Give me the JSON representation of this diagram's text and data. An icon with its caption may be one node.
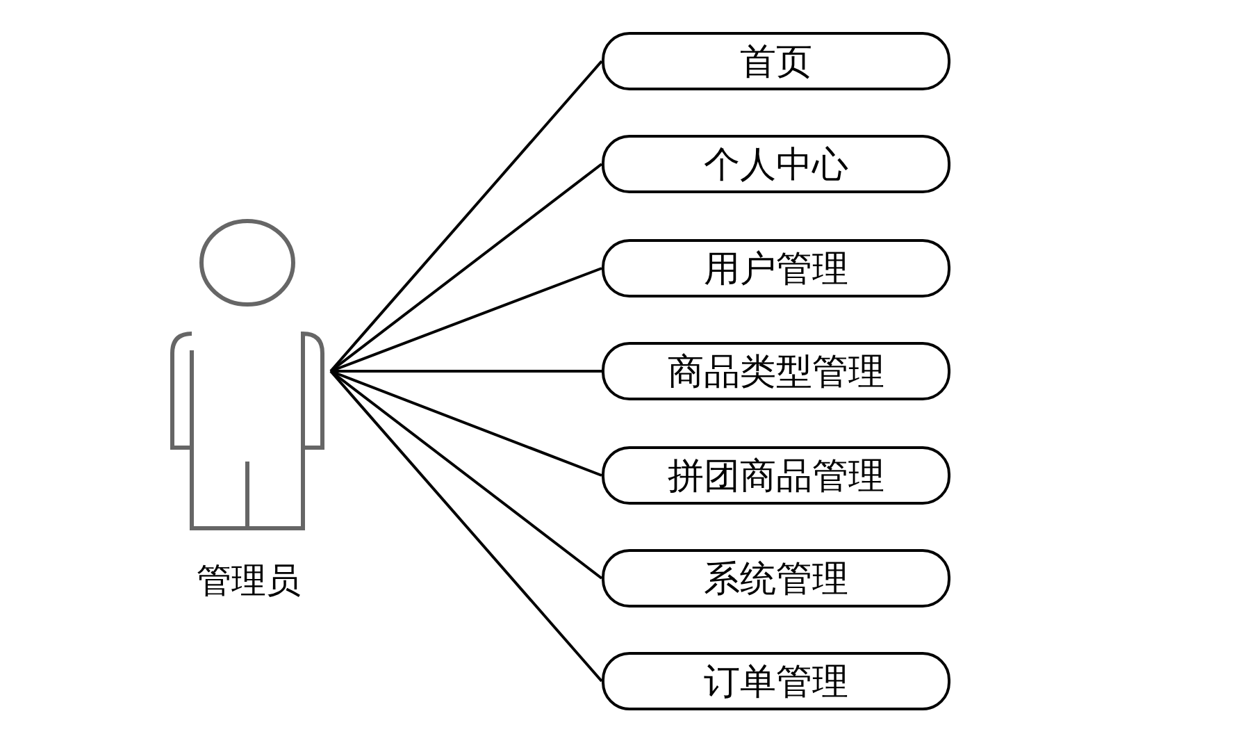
{
  "diagram": {
    "nodes": [
      {
        "text": [
          "管理员"
        ]
      },
      {
        "text": [
          "首页"
        ]
      },
      {
        "text": [
          "个人中心"
        ]
      },
      {
        "text": [
          "用户管理"
        ]
      },
      {
        "text": [
          "商品类型管理"
        ]
      },
      {
        "text": [
          "拼团商品管理"
        ]
      },
      {
        "text": [
          "系统管理"
        ]
      },
      {
        "text": [
          "订单管理"
        ]
      }
    ],
    "edges": [
      {
        "from": 0,
        "to": 1,
        "arrow": "none"
      },
      {
        "from": 0,
        "to": 2,
        "arrow": "none"
      },
      {
        "from": 0,
        "to": 3,
        "arrow": "none"
      },
      {
        "from": 0,
        "to": 4,
        "arrow": "none"
      },
      {
        "from": 0,
        "to": 5,
        "arrow": "none"
      },
      {
        "from": 0,
        "to": 6,
        "arrow": "none"
      },
      {
        "from": 0,
        "to": 7,
        "arrow": "none"
      }
    ]
  }
}
